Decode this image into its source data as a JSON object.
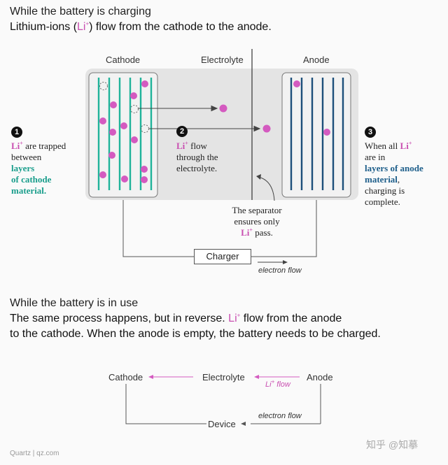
{
  "top": {
    "heading": "While the battery is charging",
    "subheading_pre": "Lithium-ions (",
    "li": "Li",
    "plus": "+",
    "subheading_post": ") flow from the cathode to the anode."
  },
  "diagram": {
    "cathode_label": "Cathode",
    "electrolyte_label": "Electrolyte",
    "anode_label": "Anode",
    "charger_label": "Charger",
    "electron_flow_label": "electron flow"
  },
  "step1": {
    "number": "1",
    "li": "Li",
    "plus": "+",
    "text1": " are trapped",
    "text2": "between",
    "text3": "layers",
    "text4": "of cathode",
    "text5": "material."
  },
  "step2": {
    "number": "2",
    "li": "Li",
    "plus": "+",
    "text1": " flow",
    "text2": "through the",
    "text3": "electrolyte."
  },
  "step3": {
    "number": "3",
    "text1": "When all ",
    "li": "Li",
    "plus": "+",
    "text2": "are in",
    "text3": "layers of anode",
    "text4": "material",
    "text4b": ",",
    "text5": "charging is",
    "text6": "complete."
  },
  "separator_note": {
    "text1": "The separator",
    "text2": "ensures only",
    "li": "Li",
    "plus": "+",
    "text3": " pass."
  },
  "bottom": {
    "heading": "While the battery is in use",
    "line1_pre": "The same process happens, but in reverse. ",
    "li": "Li",
    "plus": "+",
    "line1_post": " flow from the anode",
    "line2": "to the cathode. When the anode is empty, the battery needs to be charged."
  },
  "bottom_diagram": {
    "cathode_label": "Cathode",
    "electrolyte_label": "Electrolyte",
    "anode_label": "Anode",
    "li_flow_li": "Li",
    "li_flow_plus": "+",
    "li_flow_text": " flow",
    "device_label": "Device",
    "electron_flow_label": "electron flow"
  },
  "footer": {
    "source": "Quartz | qz.com",
    "watermark": "知乎 @知摹"
  },
  "colors": {
    "cathode_layer": "#1fb39a",
    "anode_layer": "#1d4f7a",
    "ion": "#d45ac0",
    "ion_hollow": "#666666",
    "battery_bg": "#e4e4e4",
    "electrode_bg": "#f2f2f2",
    "pink_text": "#c94fb1",
    "teal_text": "#1a9e8c",
    "navy_text": "#1d5e8a"
  }
}
